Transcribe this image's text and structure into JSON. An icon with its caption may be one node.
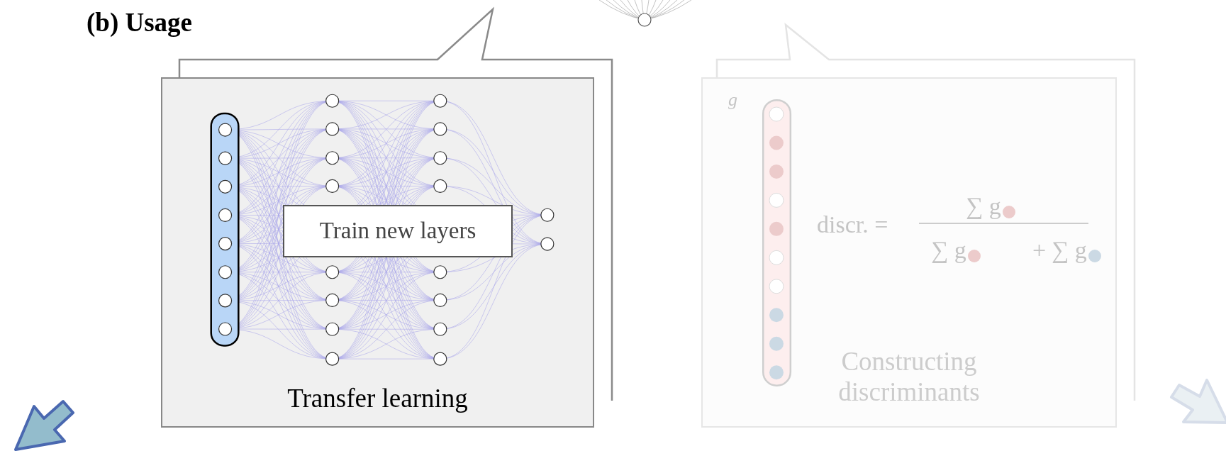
{
  "diagram": {
    "title": "(b) Usage",
    "nodes": [
      {
        "text": [
          "Transfer learning"
        ]
      },
      {
        "text": [
          "Train new layers"
        ],
        "in": 0
      },
      {
        "text": [
          "Constructing discriminants"
        ]
      }
    ],
    "labels": [
      "g⃗",
      "discr. =",
      "∑ g",
      "∑ g",
      "+",
      "∑ g"
    ]
  }
}
